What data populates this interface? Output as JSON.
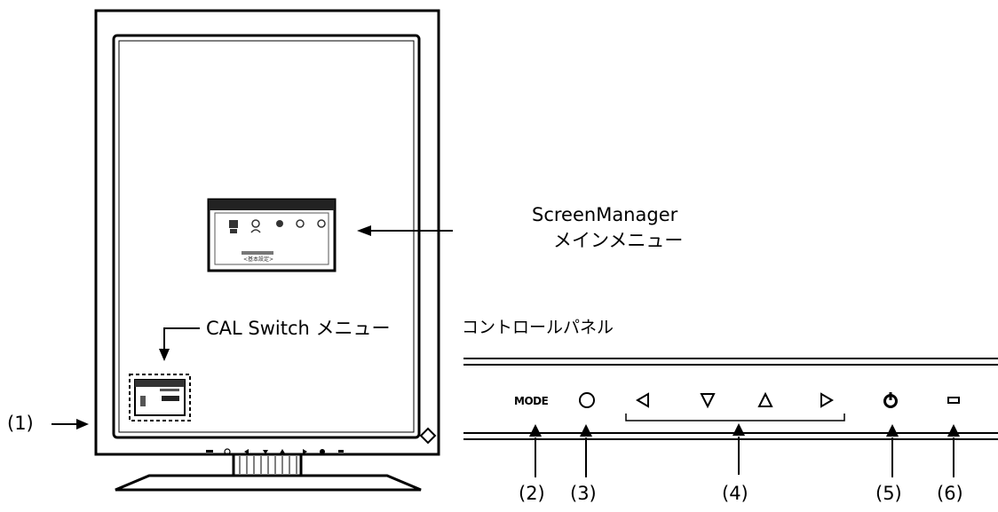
{
  "labels": {
    "screenmanager_line1": "ScreenManager",
    "screenmanager_line2": "メインメニュー",
    "cal_switch_menu": "CAL Switch メニュー",
    "control_panel": "コントロールパネル",
    "mode_button": "MODE",
    "callout_1": "(1)",
    "callout_2": "(2)",
    "callout_3": "(3)",
    "callout_4": "(4)",
    "callout_5": "(5)",
    "callout_6": "(6)"
  },
  "osd_caption": "<基本設定>",
  "icons": [
    "circle-icon",
    "left-triangle-icon",
    "down-triangle-icon",
    "up-triangle-icon",
    "right-triangle-icon",
    "power-icon",
    "rectangle-icon"
  ]
}
